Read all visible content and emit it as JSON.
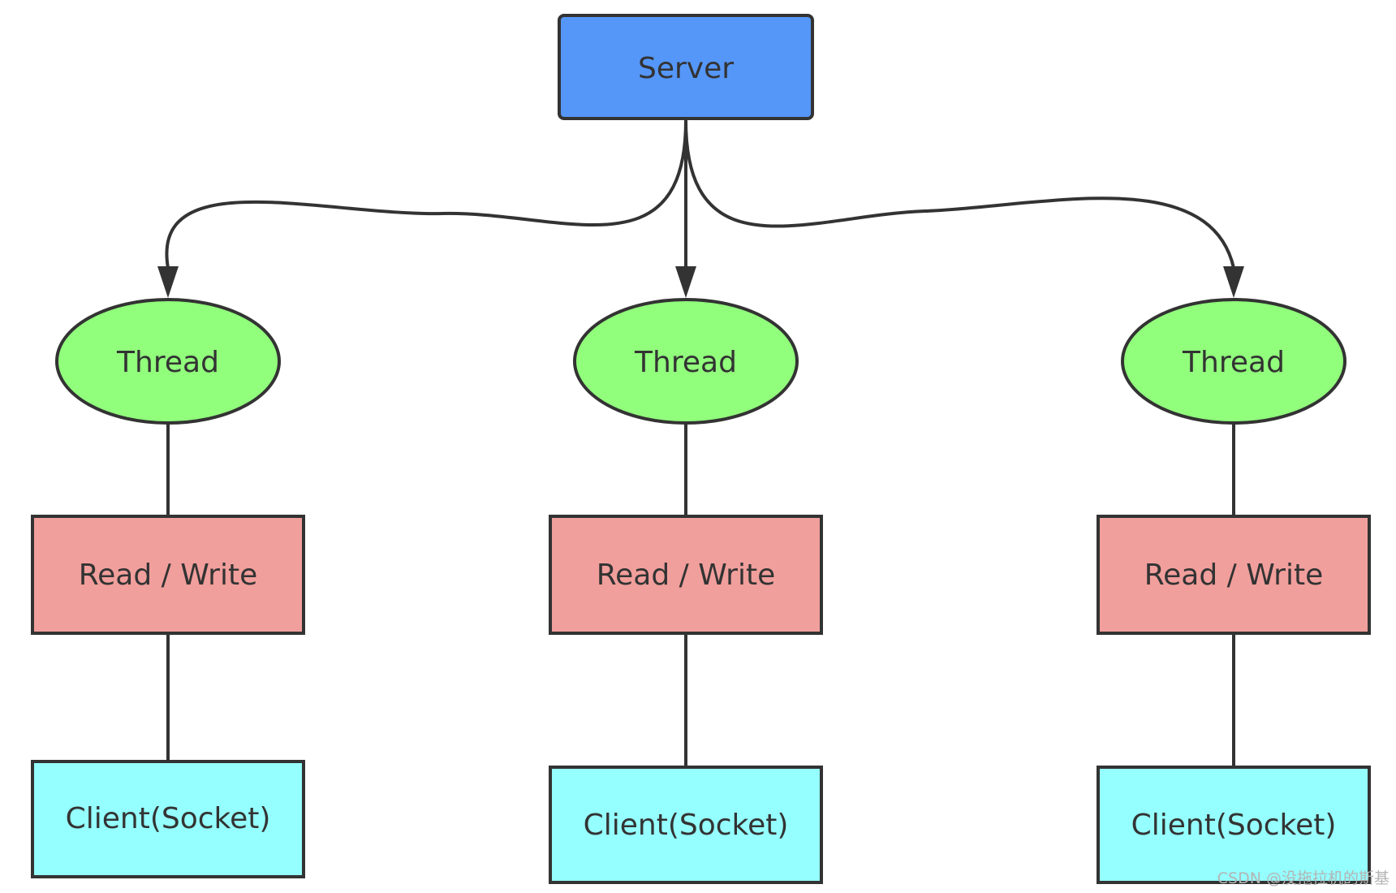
{
  "colors": {
    "server": "#5597f8",
    "thread": "#91fe7c",
    "read_write": "#f19f9c",
    "client": "#95fefe",
    "stroke": "#333333"
  },
  "server": {
    "label": "Server"
  },
  "columns": [
    {
      "thread": {
        "label": "Thread"
      },
      "io": {
        "label": "Read / Write"
      },
      "client": {
        "label": "Client(Socket)"
      }
    },
    {
      "thread": {
        "label": "Thread"
      },
      "io": {
        "label": "Read / Write"
      },
      "client": {
        "label": "Client(Socket)"
      }
    },
    {
      "thread": {
        "label": "Thread"
      },
      "io": {
        "label": "Read / Write"
      },
      "client": {
        "label": "Client(Socket)"
      }
    }
  ],
  "watermark": "CSDN @没拖拉机的斯基"
}
